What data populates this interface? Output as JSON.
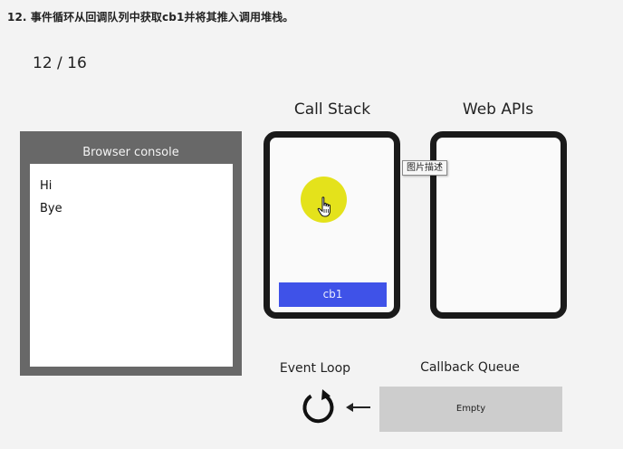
{
  "heading": "12. 事件循环从回调队列中获取cb1并将其推入调用堆栈。",
  "slide_counter": "12 / 16",
  "console": {
    "title": "Browser console",
    "lines": [
      "Hi",
      "Bye"
    ]
  },
  "call_stack": {
    "title": "Call Stack",
    "frames": [
      "cb1"
    ]
  },
  "web_apis": {
    "title": "Web APIs"
  },
  "tooltip": "图片描述",
  "event_loop": {
    "label": "Event Loop"
  },
  "callback_queue": {
    "label": "Callback Queue",
    "empty_text": "Empty"
  },
  "colors": {
    "frame": "#3f52e8",
    "highlight": "#e4e21b",
    "console_frame": "#686868",
    "queue": "#cdcdcd"
  }
}
